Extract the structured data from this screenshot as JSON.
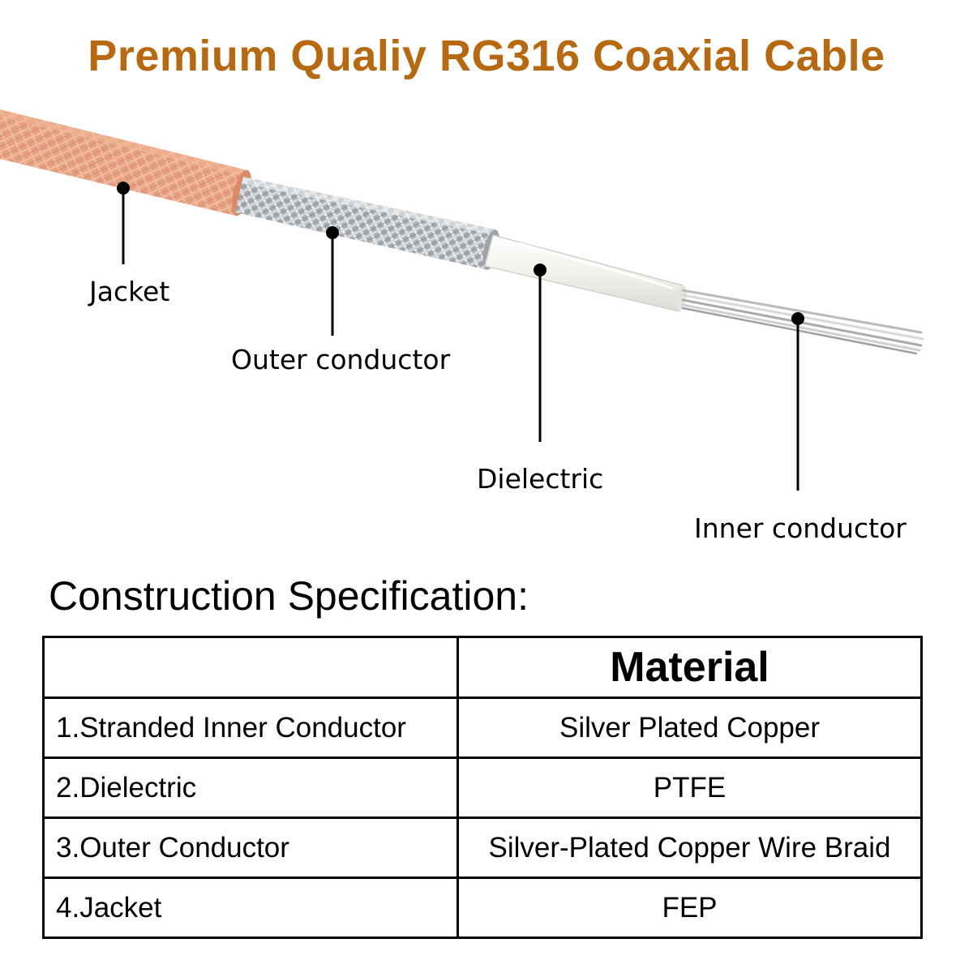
{
  "title": "Premium Qualiy RG316 Coaxial Cable",
  "colors": {
    "title": "#b8680f",
    "jacket": "#e49a7a",
    "braid": "#b9bcc0",
    "dielectric": "#f3f3f0",
    "inner": "#c8c9cc"
  },
  "callouts": [
    {
      "label": "Jacket"
    },
    {
      "label": "Outer conductor"
    },
    {
      "label": "Dielectric"
    },
    {
      "label": "Inner conductor"
    }
  ],
  "spec": {
    "heading": "Construction Specification:",
    "columns": [
      "",
      "Material"
    ],
    "rows": [
      {
        "component": "1.Stranded Inner Conductor",
        "material": "Silver Plated Copper"
      },
      {
        "component": "2.Dielectric",
        "material": "PTFE"
      },
      {
        "component": "3.Outer Conductor",
        "material": "Silver-Plated Copper Wire Braid"
      },
      {
        "component": "4.Jacket",
        "material": "FEP"
      }
    ]
  }
}
